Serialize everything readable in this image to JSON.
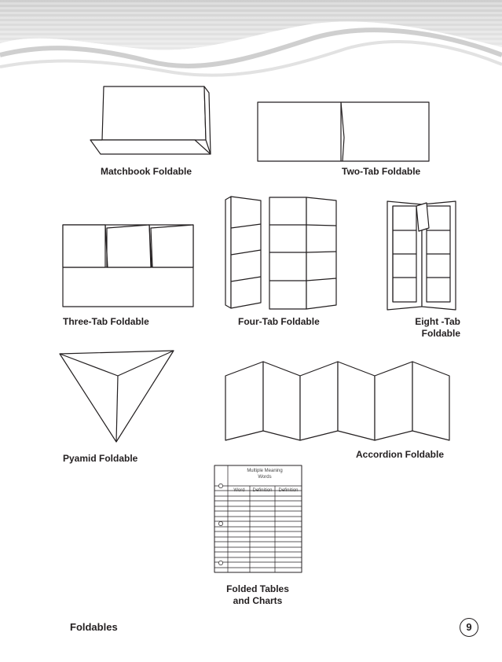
{
  "labels": {
    "matchbook": "Matchbook Foldable",
    "two_tab": "Two-Tab Foldable",
    "three_tab": "Three-Tab Foldable",
    "four_tab": "Four-Tab Foldable",
    "eight_tab_1": "Eight -Tab",
    "eight_tab_2": "Foldable",
    "pyramid": "Pyamid Foldable",
    "accordion": "Accordion Foldable",
    "folded_tables_1": "Folded Tables",
    "folded_tables_2": "and Charts"
  },
  "table_sheet": {
    "title_1": "Multiple Meaning",
    "title_2": "Words",
    "col_word": "Word",
    "col_def1": "Definition",
    "col_def2": "Definition"
  },
  "footer": {
    "title": "Foldables",
    "page_number": "9"
  }
}
